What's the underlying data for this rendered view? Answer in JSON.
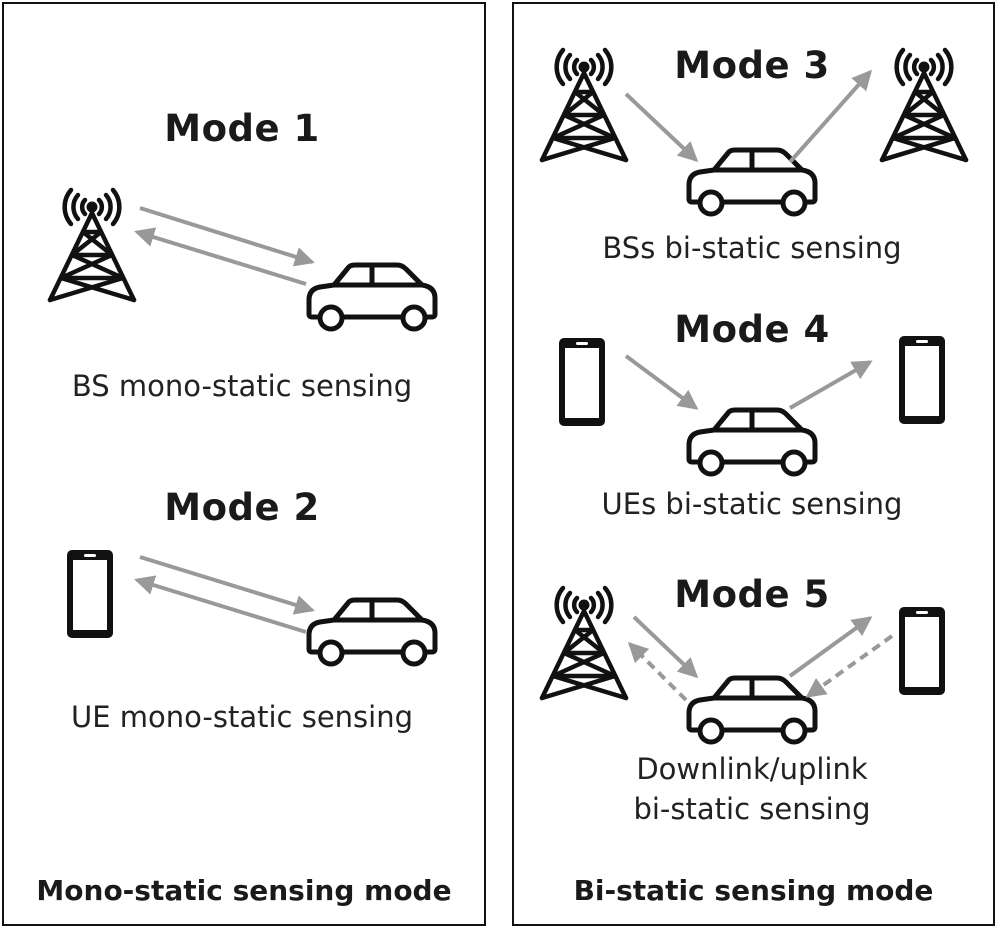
{
  "left_panel": {
    "caption": "Mono-static sensing mode",
    "modes": [
      {
        "title": "Mode 1",
        "caption": "BS mono-static sensing",
        "transmitter_icon": "cell-tower-icon",
        "target_icon": "car-icon"
      },
      {
        "title": "Mode 2",
        "caption": "UE mono-static sensing",
        "transmitter_icon": "smartphone-icon",
        "target_icon": "car-icon"
      }
    ]
  },
  "right_panel": {
    "caption": "Bi-static sensing mode",
    "modes": [
      {
        "title": "Mode 3",
        "caption": "BSs bi-static sensing",
        "transmitter_icon": "cell-tower-icon",
        "receiver_icon": "cell-tower-icon",
        "target_icon": "car-icon"
      },
      {
        "title": "Mode 4",
        "caption": "UEs bi-static sensing",
        "transmitter_icon": "smartphone-icon",
        "receiver_icon": "smartphone-icon",
        "target_icon": "car-icon"
      },
      {
        "title": "Mode 5",
        "caption_line1": "Downlink/uplink",
        "caption_line2": "bi-static sensing",
        "transmitter_icon": "cell-tower-icon",
        "receiver_icon": "smartphone-icon",
        "target_icon": "car-icon"
      }
    ]
  },
  "colors": {
    "arrow": "#999999",
    "icon": "#111111",
    "border": "#111111"
  }
}
